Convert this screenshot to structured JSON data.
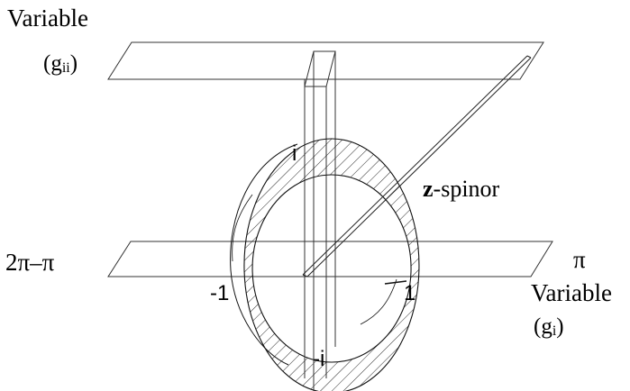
{
  "labels": {
    "variable_top": "Variable",
    "g_top_open": "(g",
    "g_top_sub": "ii",
    "g_top_close": ")",
    "two_pi_minus_pi": "2π–π",
    "pi": "π",
    "variable_right": "Variable",
    "g_right_open": "(g",
    "g_right_sub": "i",
    "g_right_close": ")",
    "z_bold": "z",
    "z_rest": "-spinor",
    "i_top": "i",
    "minus_one": "-1",
    "one": "1",
    "minus_i": "-i"
  }
}
